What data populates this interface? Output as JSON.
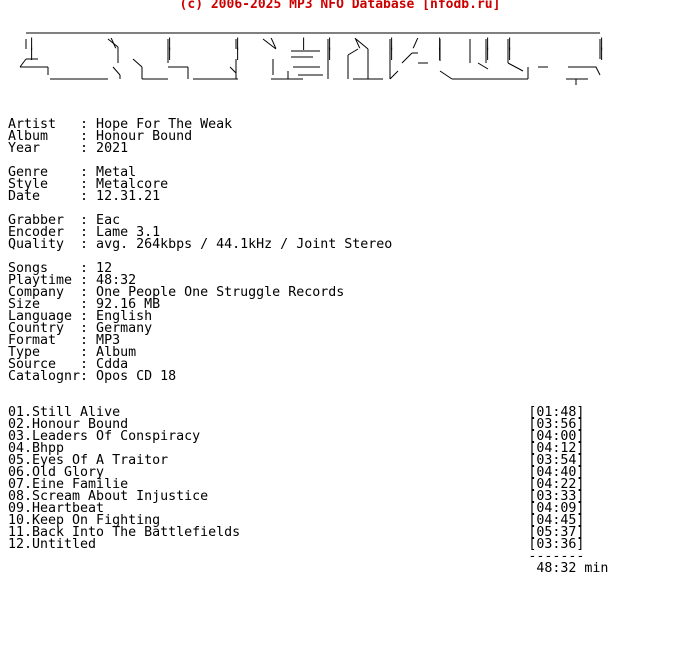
{
  "header": {
    "copyright": "(c) 2006-2025 MP3 NFO Database [nfodb.ru]"
  },
  "logo": {
    "type": "ascii-art-banner"
  },
  "info": {
    "artist": "Artist   : Hope For The Weak",
    "album": "Album    : Honour Bound",
    "year": "Year     : 2021",
    "genre": "Genre    : Metal",
    "style": "Style    : Metalcore",
    "date": "Date     : 12.31.21",
    "grabber": "Grabber  : Eac",
    "encoder": "Encoder  : Lame 3.1",
    "quality": "Quality  : avg. 264kbps / 44.1kHz / Joint Stereo",
    "songs": "Songs    : 12",
    "playtime": "Playtime : 48:32",
    "company": "Company  : One People One Struggle Records",
    "size": "Size     : 92.16 MB",
    "language": "Language : English",
    "country": "Country  : Germany",
    "format": "Format   : MP3",
    "type": "Type     : Album",
    "source": "Source   : Cdda",
    "catalognr": "Catalognr: Opos CD 18"
  },
  "tracks": [
    "01.Still Alive                                                   [01:48]",
    "02.Honour Bound                                                  [03:56]",
    "03.Leaders Of Conspiracy                                         [04:00]",
    "04.Bhpp                                                          [04:12]",
    "05.Eyes Of A Traitor                                             [03:54]",
    "06.Old Glory                                                     [04:40]",
    "07.Eine Familie                                                  [04:22]",
    "08.Scream About Injustice                                        [03:33]",
    "09.Heartbeat                                                     [04:09]",
    "10.Keep On Fighting                                              [04:45]",
    "11.Back Into The Battlefields                                    [05:37]",
    "12.Untitled                                                      [03:36]"
  ],
  "total": {
    "separator": "                                                                 -------",
    "time": "                                                                  48:32 min"
  }
}
